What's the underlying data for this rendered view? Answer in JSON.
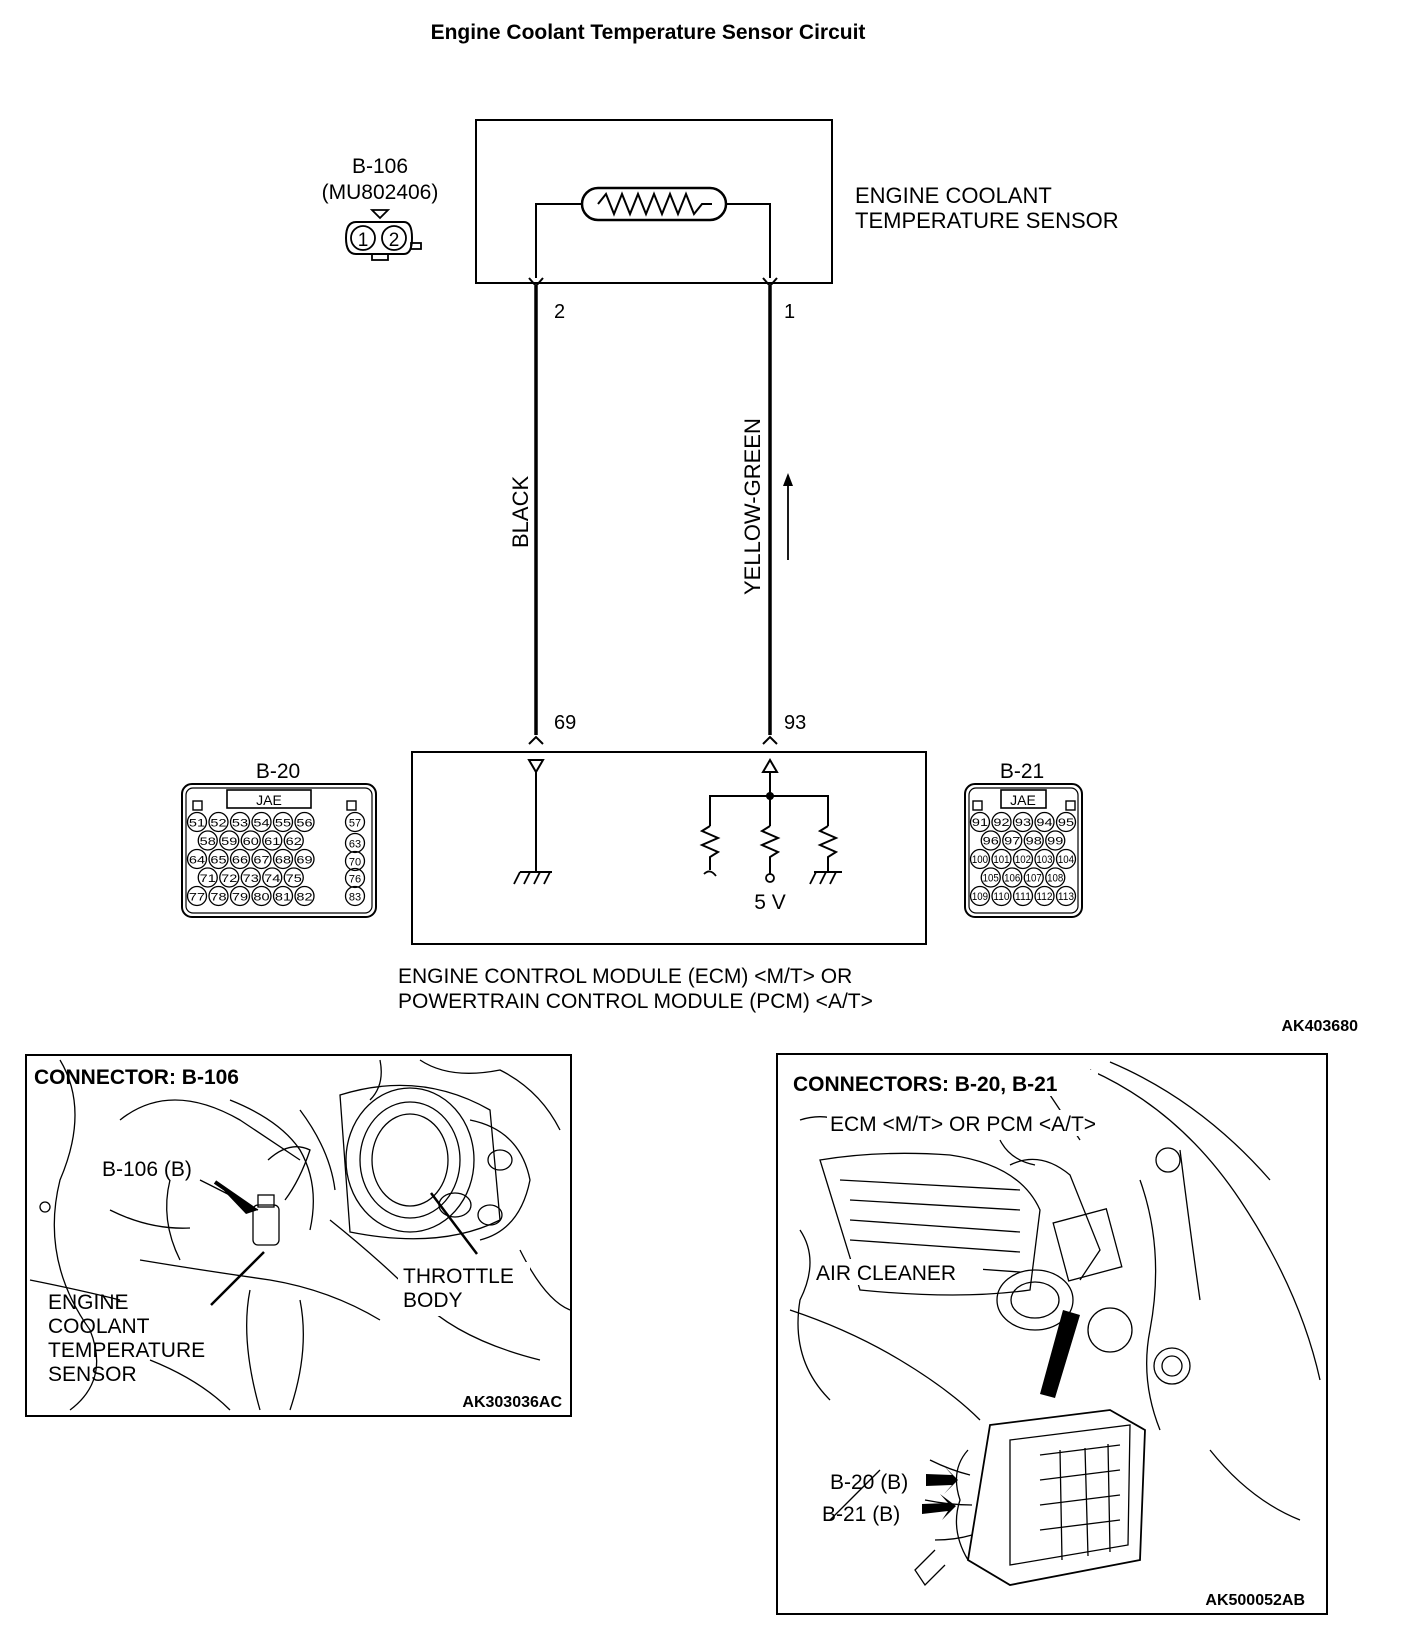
{
  "title": "Engine Coolant Temperature Sensor Circuit",
  "sensor": {
    "connector_id": "B-106",
    "part_number": "(MU802406)",
    "pins": [
      "1",
      "2"
    ],
    "label_line1": "ENGINE COOLANT",
    "label_line2": "TEMPERATURE SENSOR",
    "pin_left": "2",
    "pin_right": "1"
  },
  "wires": {
    "left": "BLACK",
    "right": "YELLOW-GREEN"
  },
  "ecm": {
    "pin_left": "69",
    "pin_right": "93",
    "voltage": "5 V",
    "label_line1": "ENGINE CONTROL MODULE (ECM) <M/T> OR",
    "label_line2": "POWERTRAIN CONTROL MODULE (PCM) <A/T>"
  },
  "connector_b20": {
    "id": "B-20",
    "brand": "JAE",
    "rows": [
      [
        "51",
        "52",
        "53",
        "54",
        "55",
        "56"
      ],
      [
        "58",
        "59",
        "60",
        "61",
        "62"
      ],
      [
        "64",
        "65",
        "66",
        "67",
        "68",
        "69"
      ],
      [
        "71",
        "72",
        "73",
        "74",
        "75"
      ],
      [
        "77",
        "78",
        "79",
        "80",
        "81",
        "82"
      ]
    ],
    "side_pins": [
      "57",
      "63",
      "70",
      "76",
      "83"
    ]
  },
  "connector_b21": {
    "id": "B-21",
    "brand": "JAE",
    "rows": [
      [
        "91",
        "92",
        "93",
        "94",
        "95"
      ],
      [
        "96",
        "97",
        "98",
        "99"
      ],
      [
        "100",
        "101",
        "102",
        "103",
        "104"
      ],
      [
        "105",
        "106",
        "107",
        "108"
      ],
      [
        "109",
        "110",
        "111",
        "112",
        "113"
      ]
    ]
  },
  "diagram_code": "AK403680",
  "photo_left": {
    "heading": "CONNECTOR: B-106",
    "callout_connector": "B-106 (B)",
    "callout_sensor": [
      "ENGINE",
      "COOLANT",
      "TEMPERATURE",
      "SENSOR"
    ],
    "callout_throttle": [
      "THROTTLE",
      "BODY"
    ],
    "code": "AK303036AC"
  },
  "photo_right": {
    "heading": "CONNECTORS: B-20, B-21",
    "callout_ecm": "ECM <M/T> OR PCM <A/T>",
    "callout_air": "AIR CLEANER",
    "callout_b20": "B-20 (B)",
    "callout_b21": "B-21 (B)",
    "code": "AK500052AB"
  }
}
